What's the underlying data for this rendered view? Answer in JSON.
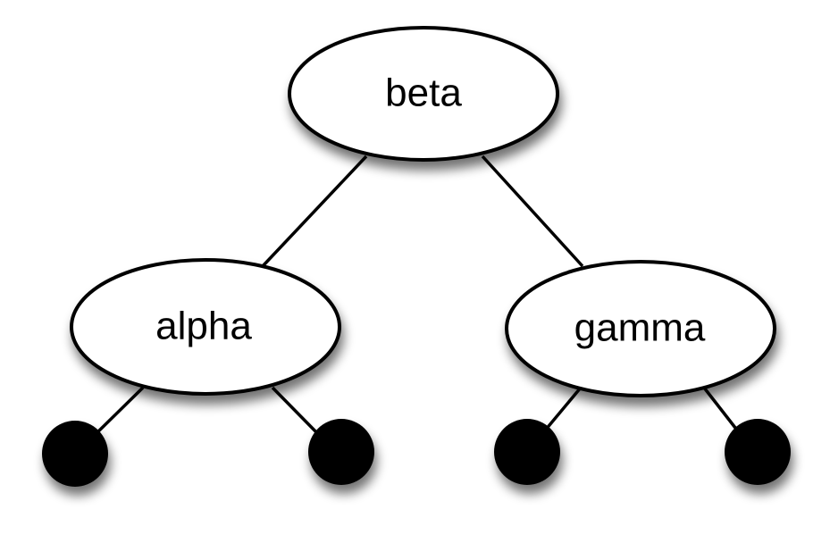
{
  "tree": {
    "root": {
      "label": "beta",
      "left": {
        "label": "alpha"
      },
      "right": {
        "label": "gamma"
      }
    }
  },
  "colors": {
    "node_fill": "#ffffff",
    "node_stroke": "#000000",
    "leaf_fill": "#000000",
    "edge": "#000000"
  }
}
